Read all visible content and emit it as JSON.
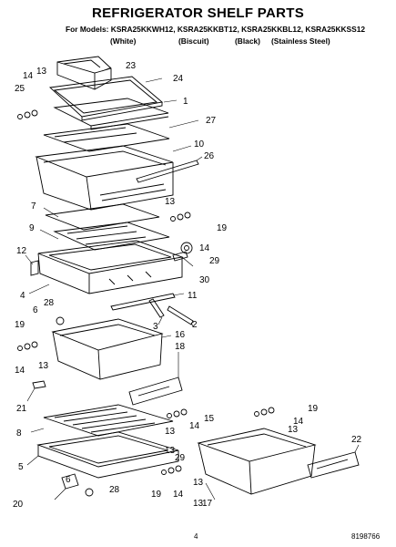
{
  "title": "REFRIGERATOR SHELF PARTS",
  "models_line": "For Models: KSRA25KKWH12, KSRA25KKBT12, KSRA25KKBL12, KSRA25KKSS12",
  "variants": [
    "(White)",
    "(Biscuit)",
    "(Black)",
    "(Stainless Steel)"
  ],
  "callouts": [
    "23",
    "24",
    "13",
    "14",
    "25",
    "1",
    "27",
    "10",
    "26",
    "7",
    "13",
    "19",
    "9",
    "14",
    "29",
    "12",
    "30",
    "11",
    "4",
    "28",
    "6",
    "3",
    "2",
    "19",
    "16",
    "18",
    "14",
    "13",
    "21",
    "15",
    "13",
    "14",
    "19",
    "22",
    "8",
    "13",
    "5",
    "29",
    "13",
    "14",
    "13",
    "20",
    "6",
    "28",
    "19",
    "14",
    "13",
    "17"
  ],
  "footer": {
    "page": "4",
    "part_number": "8198766"
  }
}
